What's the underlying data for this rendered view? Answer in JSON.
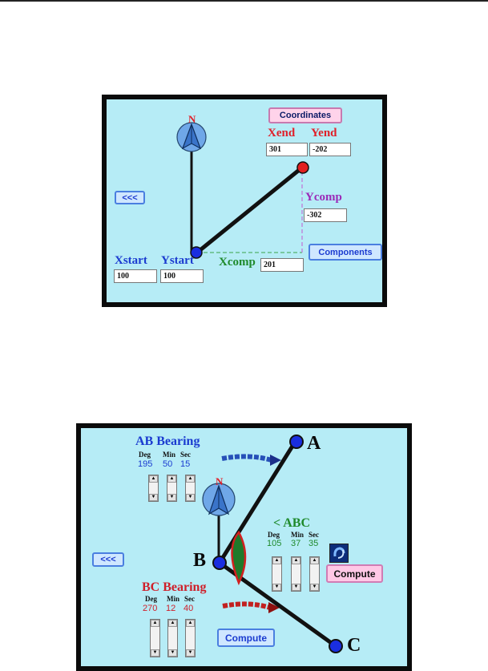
{
  "panel1": {
    "coordinates_button": "Coordinates",
    "components_button": "Components",
    "back_button": "<<<",
    "xend_label": "Xend",
    "yend_label": "Yend",
    "xend_value": "301",
    "yend_value": "-202",
    "ycomp_label": "Ycomp",
    "ycomp_value": "-302",
    "xcomp_label": "Xcomp",
    "xcomp_value": "201",
    "xstart_label": "Xstart",
    "ystart_label": "Ystart",
    "xstart_value": "100",
    "ystart_value": "100",
    "north_label": "N"
  },
  "panel2": {
    "ab_title": "AB Bearing",
    "ab": {
      "deg_h": "Deg",
      "min_h": "Min",
      "sec_h": "Sec",
      "deg": "195",
      "min": "50",
      "sec": "15"
    },
    "abc_title": "< ABC",
    "abc": {
      "deg_h": "Deg",
      "min_h": "Min",
      "sec_h": "Sec",
      "deg": "105",
      "min": "37",
      "sec": "35"
    },
    "bc_title": "BC Bearing",
    "bc": {
      "deg_h": "Deg",
      "min_h": "Min",
      "sec_h": "Sec",
      "deg": "270",
      "min": "12",
      "sec": "40"
    },
    "compute_button_abc": "Compute",
    "compute_button_bc": "Compute",
    "back_button": "<<<",
    "point_a": "A",
    "point_b": "B",
    "point_c": "C",
    "north_label": "N"
  },
  "colors": {
    "panel_bg": "#b6ecf6",
    "frame": "#0b0b0b",
    "red": "#e0202a",
    "blue": "#1b3bd0",
    "purple": "#9b2ab8",
    "green": "#1f8a2c"
  }
}
